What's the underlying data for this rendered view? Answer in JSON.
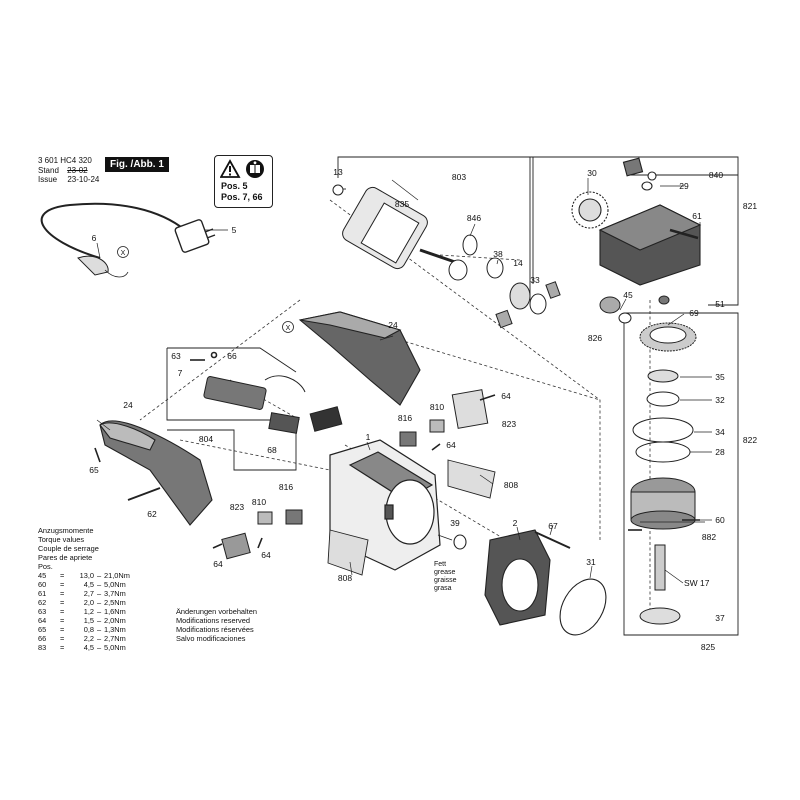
{
  "header": {
    "part_number": "3 601 HC4 320",
    "stand_label": "Stand",
    "stand_old": "23-02",
    "issue_label": "Issue",
    "issue_date": "23-10-24",
    "figure_badge": "Fig. /Abb. 1"
  },
  "warning_box": {
    "icons": [
      "warning-triangle-icon",
      "read-manual-icon"
    ],
    "lines": [
      "Pos. 5",
      "Pos. 7, 66"
    ]
  },
  "torque_table": {
    "titles": [
      "Anzugsmomente",
      "Torque values",
      "Couple de serrage",
      "Pares de apriete"
    ],
    "rows": [
      {
        "pos": "Pos. 45",
        "eq": "=",
        "min": "13,0",
        "dash": "–",
        "max": "21,0Nm"
      },
      {
        "pos": "60",
        "eq": "=",
        "min": "4,5",
        "dash": "–",
        "max": "5,0Nm"
      },
      {
        "pos": "61",
        "eq": "=",
        "min": "2,7",
        "dash": "–",
        "max": "3,7Nm"
      },
      {
        "pos": "62",
        "eq": "=",
        "min": "2,0",
        "dash": "–",
        "max": "2,5Nm"
      },
      {
        "pos": "63",
        "eq": "=",
        "min": "1,2",
        "dash": "–",
        "max": "1,6Nm"
      },
      {
        "pos": "64",
        "eq": "=",
        "min": "1,5",
        "dash": "–",
        "max": "2,0Nm"
      },
      {
        "pos": "65",
        "eq": "=",
        "min": "0,8",
        "dash": "–",
        "max": "1,3Nm"
      },
      {
        "pos": "66",
        "eq": "=",
        "min": "2,2",
        "dash": "–",
        "max": "2,7Nm"
      },
      {
        "pos": "83",
        "eq": "=",
        "min": "4,5",
        "dash": "–",
        "max": "5,0Nm"
      }
    ]
  },
  "notes": [
    "Änderungen vorbehalten",
    "Modifications reserved",
    "Modifications réservées",
    "Salvo modificaciones"
  ],
  "grease_note": [
    "Fett",
    "grease",
    "graisse",
    "grasa"
  ],
  "wrench_label": "SW 17",
  "callouts": {
    "c5": "5",
    "c6": "6",
    "cx1": "X",
    "cx2": "X",
    "c13": "13",
    "c803": "803",
    "c835": "835",
    "c846": "846",
    "c38": "38",
    "c14": "14",
    "c33": "33",
    "c30": "30",
    "c840": "840",
    "c29": "29",
    "c821": "821",
    "c61": "61",
    "c45": "45",
    "c51": "51",
    "c69": "69",
    "c826": "826",
    "c35": "35",
    "c32": "32",
    "c34": "34",
    "c28": "28",
    "c822": "822",
    "c60": "60",
    "c882": "882",
    "c37": "37",
    "c825": "825",
    "c24a": "24",
    "c24b": "24",
    "c63": "63",
    "c66": "66",
    "c7": "7",
    "c804": "804",
    "c68": "68",
    "c65": "65",
    "c62": "62",
    "c1": "1",
    "c816a": "816",
    "c816b": "816",
    "c810a": "810",
    "c810b": "810",
    "c823a": "823",
    "c823b": "823",
    "c64a": "64",
    "c64b": "64",
    "c64c": "64",
    "c64d": "64",
    "c808a": "808",
    "c808b": "808",
    "c39": "39",
    "c2": "2",
    "c67": "67",
    "c31": "31"
  }
}
